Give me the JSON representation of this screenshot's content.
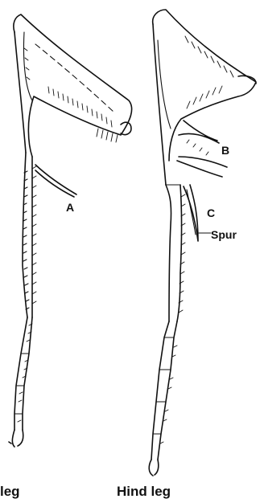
{
  "figure": {
    "labels": {
      "a": "A",
      "b": "B",
      "c": "C",
      "spur": "Spur"
    },
    "captions": {
      "fore_leg": "leg",
      "hind_leg": "Hind leg"
    },
    "ink_color": "#111111",
    "background_color": "#ffffff"
  }
}
